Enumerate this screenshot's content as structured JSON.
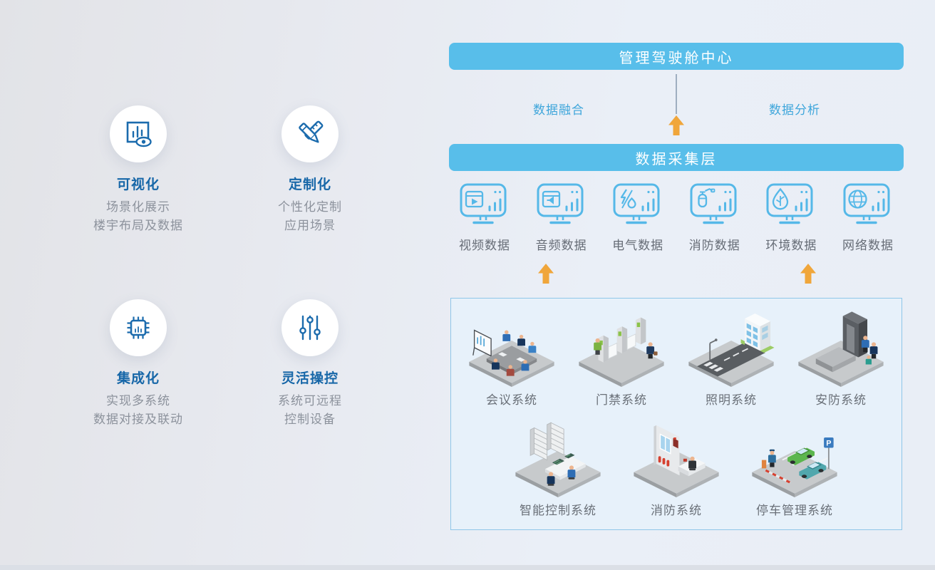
{
  "features": [
    {
      "title": "可视化",
      "desc_line1": "场景化展示",
      "desc_line2": "楼宇布局及数据",
      "icon": "visualization-eye-icon"
    },
    {
      "title": "定制化",
      "desc_line1": "个性化定制",
      "desc_line2": "应用场景",
      "icon": "pencil-ruler-icon"
    },
    {
      "title": "集成化",
      "desc_line1": "实现多系统",
      "desc_line2": "数据对接及联动",
      "icon": "cpu-chip-icon"
    },
    {
      "title": "灵活操控",
      "desc_line1": "系统可远程",
      "desc_line2": "控制设备",
      "icon": "sliders-icon"
    }
  ],
  "diagram": {
    "cockpit_bar_label": "管理驾驶舱中心",
    "data_fusion_label": "数据融合",
    "data_analysis_label": "数据分析",
    "collection_bar_label": "数据采集层",
    "data_types": [
      {
        "label": "视频数据",
        "icon": "video-monitor-icon"
      },
      {
        "label": "音频数据",
        "icon": "audio-monitor-icon"
      },
      {
        "label": "电气数据",
        "icon": "electric-monitor-icon"
      },
      {
        "label": "消防数据",
        "icon": "fire-extinguisher-monitor-icon"
      },
      {
        "label": "环境数据",
        "icon": "environment-monitor-icon"
      },
      {
        "label": "网络数据",
        "icon": "network-monitor-icon"
      }
    ],
    "systems_row1": [
      {
        "label": "会议系统",
        "icon": "conference-system-illustration"
      },
      {
        "label": "门禁系统",
        "icon": "access-gate-illustration"
      },
      {
        "label": "照明系统",
        "icon": "lighting-system-illustration"
      },
      {
        "label": "安防系统",
        "icon": "security-gate-illustration"
      }
    ],
    "systems_row2": [
      {
        "label": "智能控制系统",
        "icon": "control-room-illustration"
      },
      {
        "label": "消防系统",
        "icon": "fire-room-illustration"
      },
      {
        "label": "停车管理系统",
        "icon": "parking-lot-illustration"
      }
    ]
  },
  "colors": {
    "bar_blue": "#58BEEA",
    "link_blue": "#3FA6DB",
    "arrow_orange": "#F0A63B",
    "feature_title_blue": "#1767A8",
    "feature_icon_stroke": "#1B6BAD",
    "monitor_stroke": "#55B8E8",
    "desc_gray": "#8C929C",
    "label_gray": "#666C76",
    "box_bg": "#E7F1FA",
    "box_border": "#8FC6E8"
  }
}
